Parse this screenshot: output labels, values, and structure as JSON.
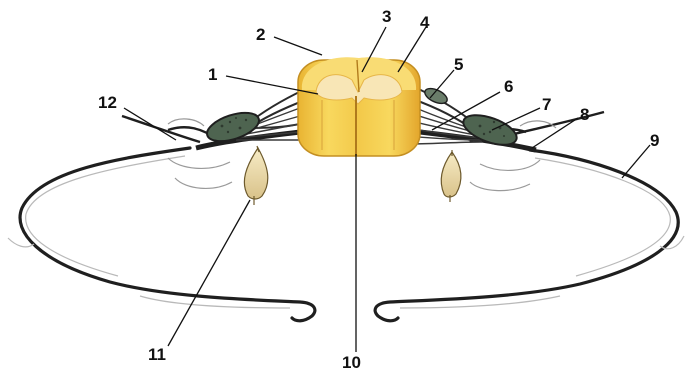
{
  "diagram": {
    "labels": {
      "n1": "1",
      "n2": "2",
      "n3": "3",
      "n4": "4",
      "n5": "5",
      "n6": "6",
      "n7": "7",
      "n8": "8",
      "n9": "9",
      "n10": "10",
      "n11": "11",
      "n12": "12"
    }
  },
  "colors": {
    "white_matter": "#f6cf4e",
    "gray_matter": "#f8e6b6",
    "nerve": "#1f1f1f",
    "ganglion": "#556b58",
    "sympathetic_ganglion": "#efe1b4"
  }
}
